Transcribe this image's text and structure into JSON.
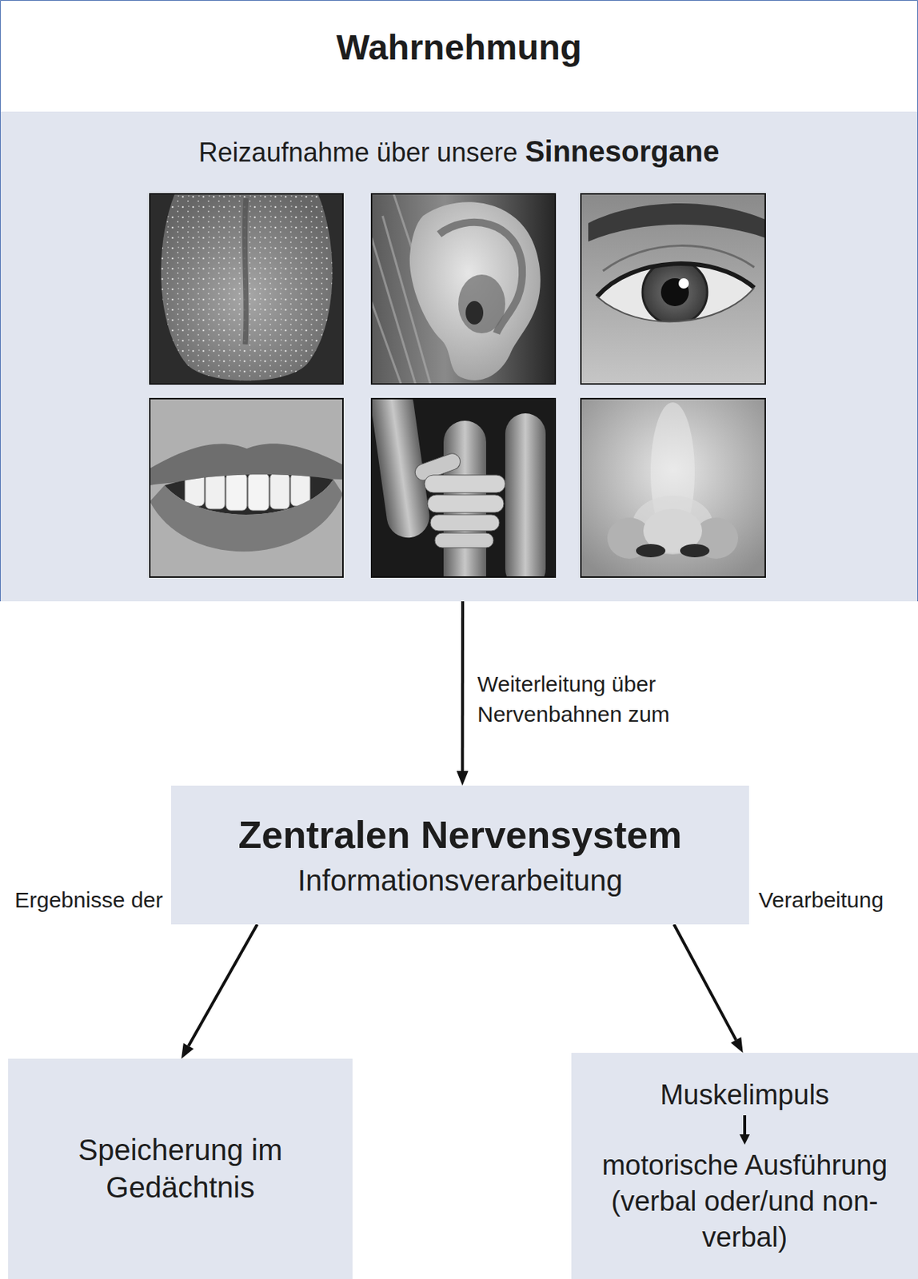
{
  "diagram": {
    "title": "Wahrnehmung",
    "nodes": [
      {
        "text": [
          "Reizaufnahme über unsere",
          "Sinnesorgane"
        ]
      },
      {
        "text": [
          "Zentralen Nervensystem",
          "Informationsverarbeitung"
        ]
      },
      {
        "text": [
          "Speicherung im Gedächtnis"
        ]
      },
      {
        "text": [
          "Muskelimpuls",
          "motorische Ausführung (verbal oder/und non-verbal)"
        ]
      }
    ],
    "edges": [
      {
        "from": 0,
        "to": 1,
        "arrow": "to",
        "label": "Weiterleitung über Nervenbahnen zum"
      },
      {
        "from": 1,
        "to": 2,
        "arrow": "to"
      },
      {
        "from": 1,
        "to": 3,
        "arrow": "to"
      }
    ],
    "labels": [
      "Ergebnisse der",
      "Verarbeitung"
    ]
  }
}
